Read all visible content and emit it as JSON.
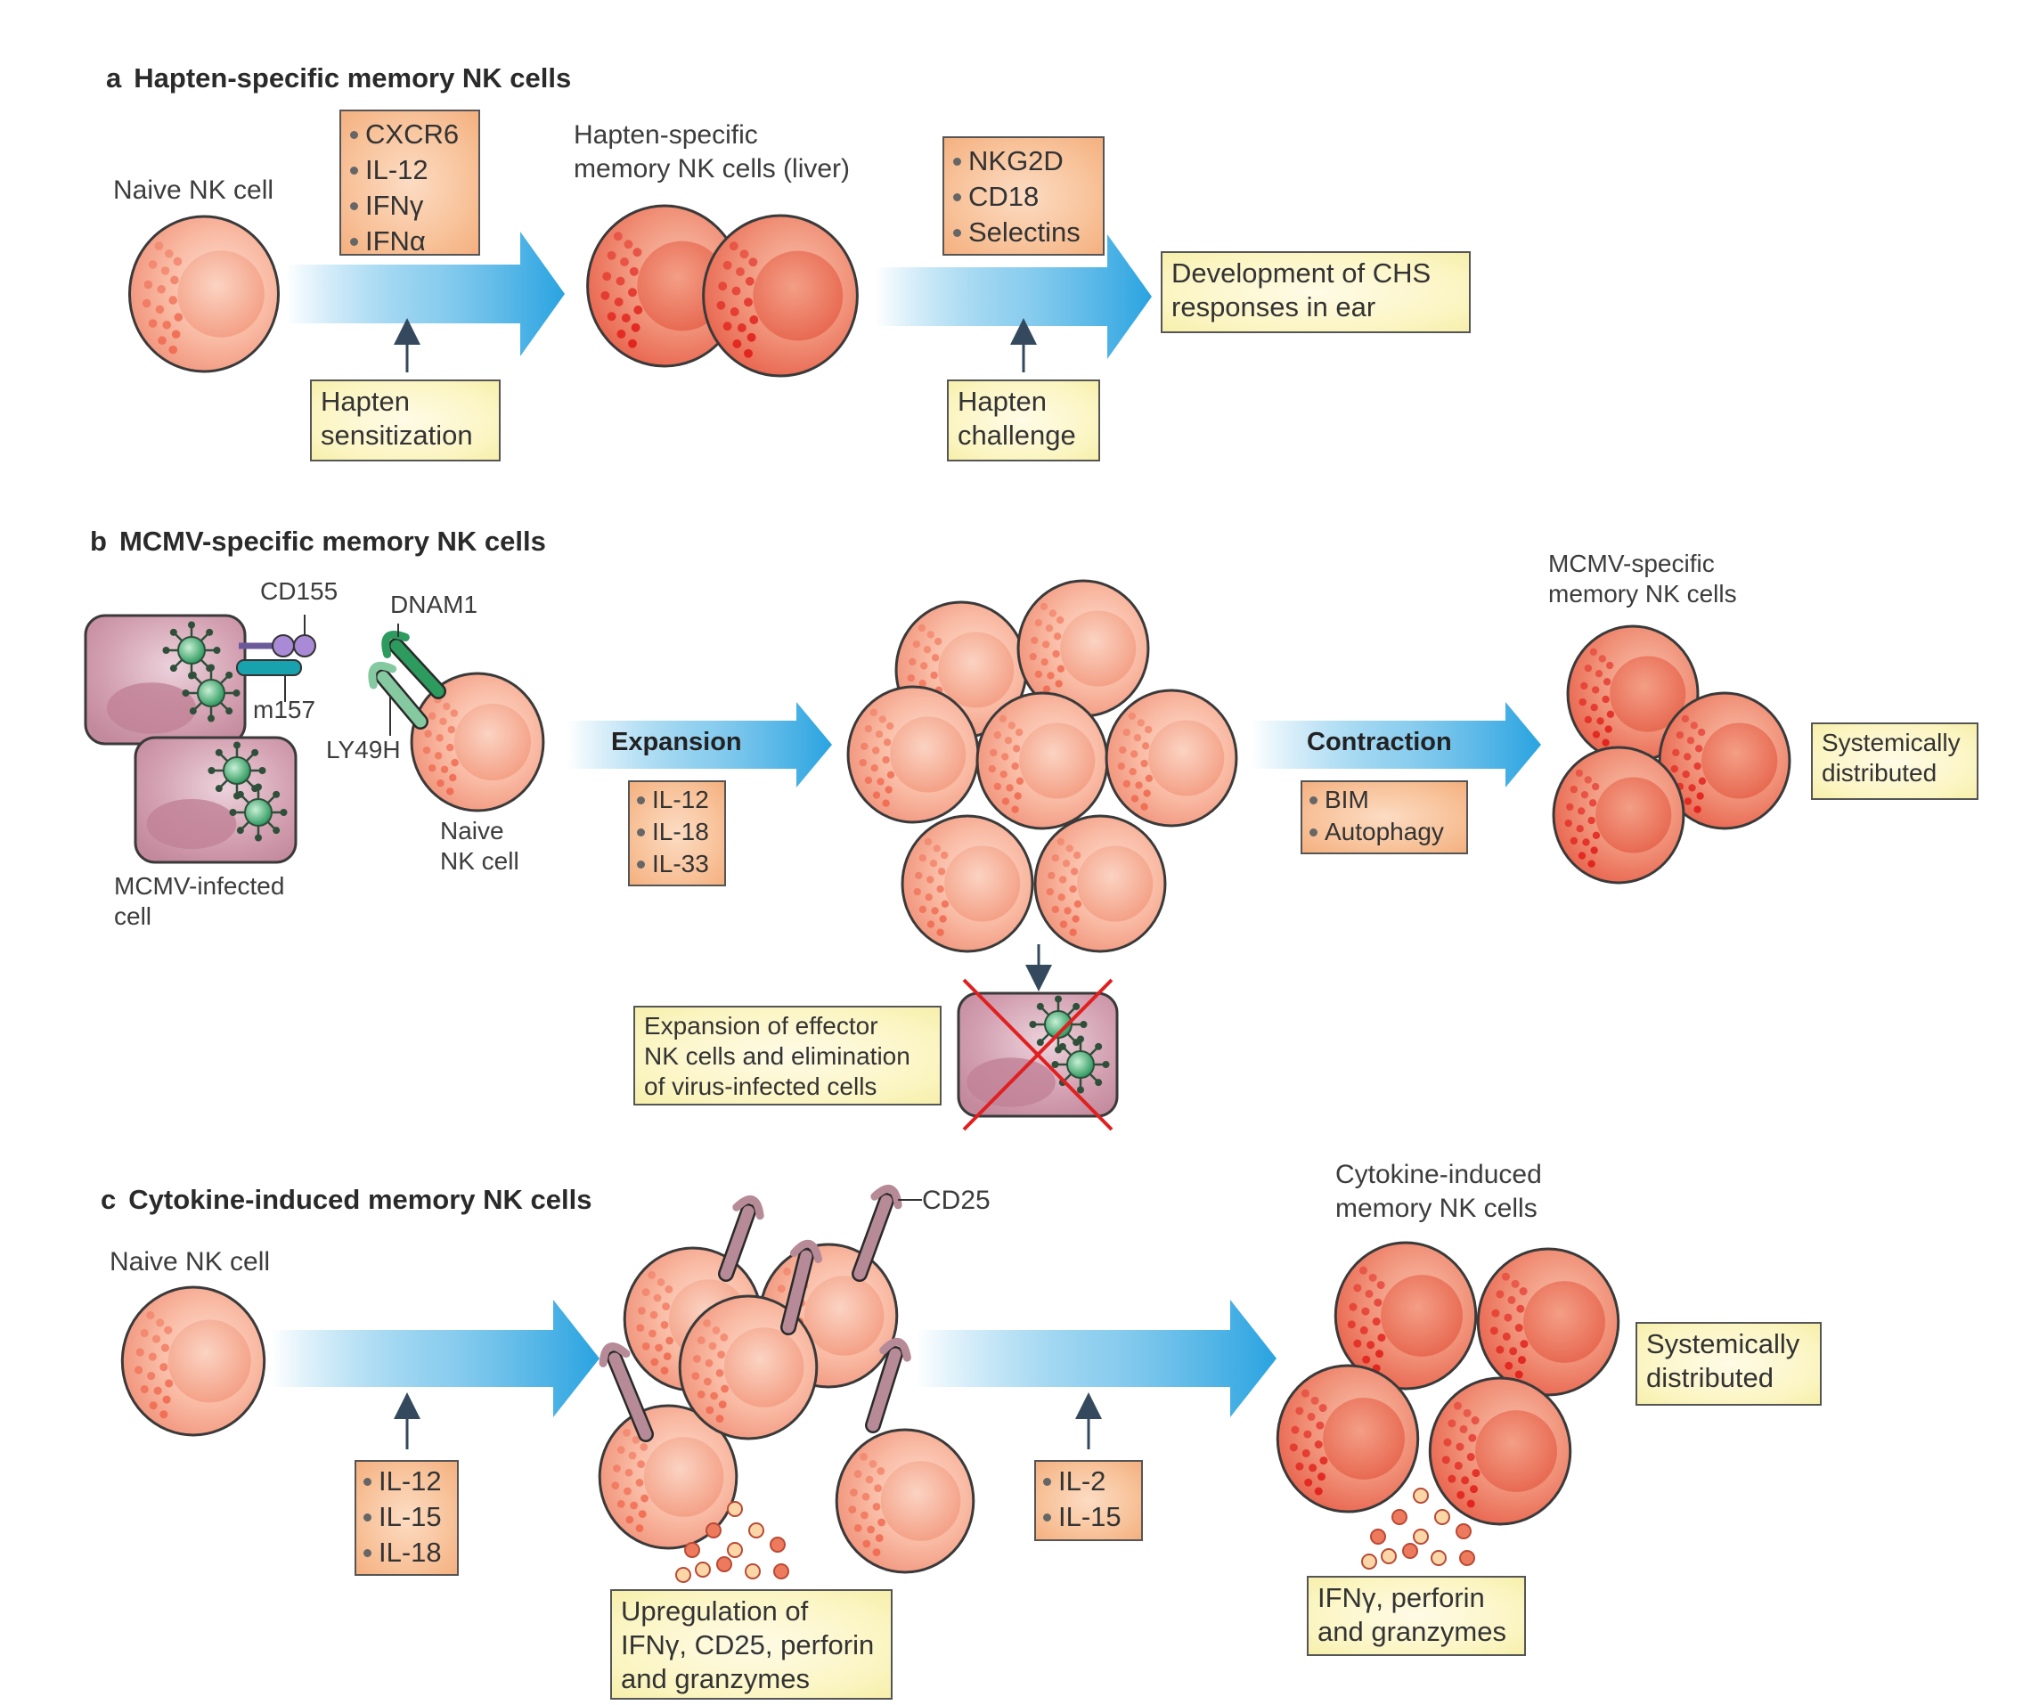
{
  "panel_a": {
    "letter": "a",
    "title": "Hapten-specific memory NK cells",
    "naive_label": "Naive NK cell",
    "factors_1": [
      "CXCR6",
      "IL-12",
      "IFNγ",
      "IFNα"
    ],
    "trigger_1": [
      "Hapten",
      "sensitization"
    ],
    "memory_label": [
      "Hapten-specific",
      "memory NK cells (liver)"
    ],
    "factors_2": [
      "NKG2D",
      "CD18",
      "Selectins"
    ],
    "trigger_2": [
      "Hapten",
      "challenge"
    ],
    "outcome": [
      "Development of CHS",
      "responses in ear"
    ]
  },
  "panel_b": {
    "letter": "b",
    "title": "MCMV-specific memory NK cells",
    "cd155_label": "CD155",
    "m157_label": "m157",
    "dnam1_label": "DNAM1",
    "ly49h_label": "LY49H",
    "infected_label": [
      "MCMV-infected",
      "cell"
    ],
    "naive_label": [
      "Naive",
      "NK cell"
    ],
    "expansion_label": "Expansion",
    "expansion_factors": [
      "IL-12",
      "IL-18",
      "IL-33"
    ],
    "effector_box": [
      "Expansion of effector",
      "NK cells and elimination",
      "of virus-infected cells"
    ],
    "contraction_label": "Contraction",
    "contraction_factors": [
      "BIM",
      "Autophagy"
    ],
    "memory_label": [
      "MCMV-specific",
      "memory NK cells"
    ],
    "outcome": [
      "Systemically",
      "distributed"
    ]
  },
  "panel_c": {
    "letter": "c",
    "title": "Cytokine-induced memory NK cells",
    "naive_label": "Naive NK cell",
    "factors_1": [
      "IL-12",
      "IL-15",
      "IL-18"
    ],
    "cd25_label": "CD25",
    "upregulation_box": [
      "Upregulation of",
      "IFNγ, CD25, perforin",
      "and granzymes"
    ],
    "factors_2": [
      "IL-2",
      "IL-15"
    ],
    "memory_label": [
      "Cytokine-induced",
      "memory NK cells"
    ],
    "outcome": [
      "Systemically",
      "distributed"
    ],
    "secreted_box": [
      "IFNγ, perforin",
      "and granzymes"
    ]
  },
  "colors": {
    "arrow": "#29a3e0",
    "naive_cell": "#f6a58d",
    "memory_cell": "#ec6c57",
    "factor_box": "#f8c39b",
    "outcome_box": "#fbf5c2",
    "infected_cell": "#c98ba0",
    "virus": "#3aa56d",
    "cross": "#e02020"
  }
}
